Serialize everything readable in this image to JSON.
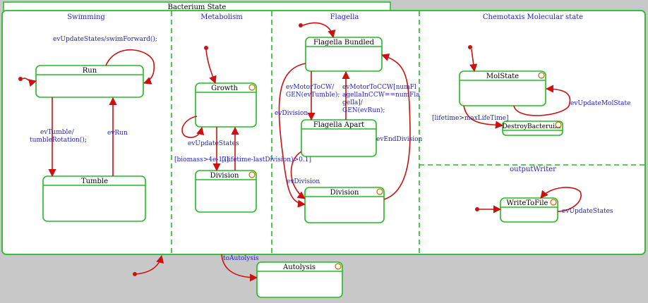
{
  "diagram": {
    "title": "Bacterium State",
    "regions": {
      "swimming": "Swimming",
      "metabolism": "Metabolism",
      "flagella": "Flagella",
      "chemotaxis": "Chemotaxis Molecular state",
      "output_writer": "outputWriter"
    },
    "states": {
      "run": "Run",
      "tumble": "Tumble",
      "growth": "Growth",
      "metabolism_division": "Division",
      "flagella_bundled": "Flagella Bundled",
      "flagella_apart": "Flagella Apart",
      "flagella_division": "Division",
      "molstate": "MolState",
      "destroy_bacterium": "DestroyBacteruim",
      "write_to_file": "WriteToFile",
      "autolysis": "Autolysis"
    },
    "transitions": {
      "run_self": "evUpdateStates/swimForward();",
      "run_to_tumble_1": "evTumble/",
      "run_to_tumble_2": "tumbleRotation();",
      "tumble_to_run": "evRun",
      "growth_self": "evUpdateStates",
      "growth_to_division": "[biomass>4e-13]",
      "division_to_growth": "[(lifetime-lastDivision)>0.1]",
      "bundled_to_apart_1": "evMotorToCW/",
      "bundled_to_apart_2": "GEN(evTumble);",
      "apart_to_bundled_1": "evMotorToCCW[numFl",
      "apart_to_bundled_2": "agellaInCCW==numFla",
      "apart_to_bundled_3": "gella]/",
      "apart_to_bundled_4": "GEN(evRun);",
      "bundled_to_division": "evDivision",
      "apart_to_division": "evDivision",
      "division_to_bundled": "evEndDivision",
      "molstate_self": "evUpdateMolState",
      "molstate_to_destroy": "[lifetime>maxLifeTime]",
      "writer_self": "evUpdateStates",
      "to_autolysis": "toAutolysis"
    }
  },
  "colors": {
    "state_border": "#22bb22",
    "transition": "#cc1111",
    "label": "#1f1fbf",
    "background": "#c8c8c8"
  }
}
